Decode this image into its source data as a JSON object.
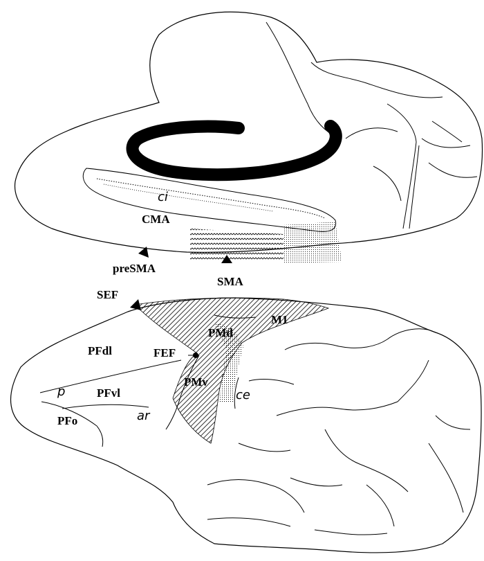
{
  "labels": {
    "ci": "ci",
    "cma": "CMA",
    "presma": "preSMA",
    "sma": "SMA",
    "sef": "SEF",
    "m1": "M1",
    "pmd": "PMd",
    "fef": "FEF",
    "pfdl": "PFdl",
    "pmv": "PMv",
    "p": "p",
    "pfvl": "PFvl",
    "ce": "ce",
    "ar": "ar",
    "pfo": "PFo"
  },
  "colors": {
    "outline": "#000000",
    "hatch": "#000000",
    "background": "#ffffff"
  }
}
